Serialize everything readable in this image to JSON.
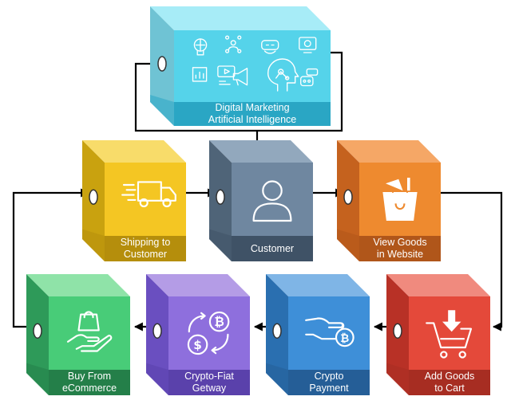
{
  "nodes": {
    "ai": {
      "line1": "Digital Marketing",
      "line2": "Artificial Intelligence",
      "colors": {
        "top": "#a7ecf7",
        "left": "#6fc3d4",
        "front": "#55d3ea",
        "band": "#2aa6c4"
      },
      "icons": [
        "bulb-brain-icon",
        "network-person-icon",
        "vr-headset-icon",
        "presentation-board-icon",
        "analytics-icon",
        "video-chat-icon",
        "megaphone-icon",
        "ai-head-icon",
        "robot-chat-icon"
      ]
    },
    "shipping": {
      "line1": "Shipping to",
      "line2": "Customer",
      "colors": {
        "top": "#f8dc6a",
        "left": "#c9a20f",
        "front": "#f4c623",
        "band": "#b58e0c"
      },
      "icon": "delivery-truck-icon"
    },
    "customer": {
      "line1": "Customer",
      "line2": "",
      "colors": {
        "top": "#92a8bd",
        "left": "#4f6478",
        "front": "#6f87a0",
        "band": "#3f5266"
      },
      "icon": "user-icon"
    },
    "view": {
      "line1": "View Goods",
      "line2": "in Website",
      "colors": {
        "top": "#f5a766",
        "left": "#c5621e",
        "front": "#ee8a2f",
        "band": "#b0561a"
      },
      "icon": "shopping-bag-icon"
    },
    "buy": {
      "line1": "Buy From",
      "line2": "eCommerce",
      "colors": {
        "top": "#8fe3a8",
        "left": "#2e9a59",
        "front": "#48cc78",
        "band": "#247f49"
      },
      "icon": "hand-bag-icon"
    },
    "fiat": {
      "line1": "Crypto-Fiat",
      "line2": "Getway",
      "colors": {
        "top": "#b49ce6",
        "left": "#6a4fc0",
        "front": "#8e6fdd",
        "band": "#5a41ab"
      },
      "icon": "exchange-icon"
    },
    "payment": {
      "line1": "Crypto",
      "line2": "Payment",
      "colors": {
        "top": "#7fb5e6",
        "left": "#2a6fb0",
        "front": "#3e8fd8",
        "band": "#255e97"
      },
      "icon": "bitcoin-hand-icon"
    },
    "cart": {
      "line1": "Add Goods",
      "line2": "to Cart",
      "colors": {
        "top": "#f08a7e",
        "left": "#b83126",
        "front": "#e4493a",
        "band": "#a72d22"
      },
      "icon": "cart-download-icon"
    }
  },
  "colors": {
    "connector": "#000000",
    "port": "#ffffff"
  }
}
